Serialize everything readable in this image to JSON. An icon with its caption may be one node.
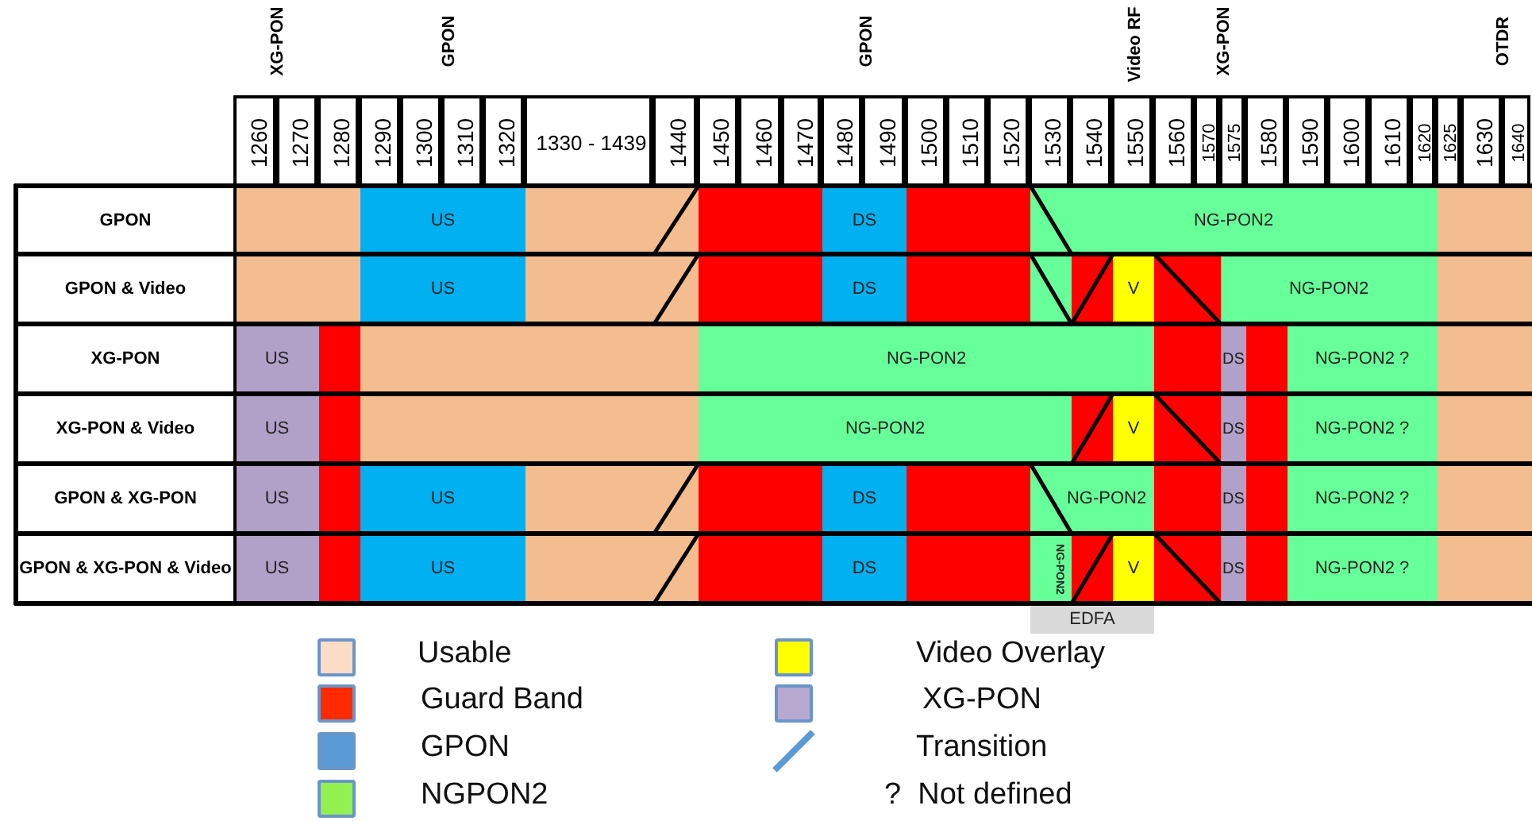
{
  "diagram": {
    "nodes": [
      {
        "text": [
          "US"
        ]
      },
      {
        "text": [
          "DS"
        ]
      },
      {
        "text": [
          "NG-PON2"
        ]
      },
      {
        "text": [
          "US"
        ]
      },
      {
        "text": [
          "DS"
        ]
      },
      {
        "text": [
          "V"
        ]
      },
      {
        "text": [
          "NG-PON2"
        ]
      },
      {
        "text": [
          "US"
        ]
      },
      {
        "text": [
          "NG-PON2"
        ]
      },
      {
        "text": [
          "DS"
        ]
      },
      {
        "text": [
          "NG-PON2 ?"
        ]
      },
      {
        "text": [
          "US"
        ]
      },
      {
        "text": [
          "NG-PON2"
        ]
      },
      {
        "text": [
          "V"
        ]
      },
      {
        "text": [
          "DS"
        ]
      },
      {
        "text": [
          "NG-PON2 ?"
        ]
      },
      {
        "text": [
          "US"
        ]
      },
      {
        "text": [
          "US"
        ]
      },
      {
        "text": [
          "DS"
        ]
      },
      {
        "text": [
          "NG-PON2"
        ]
      },
      {
        "text": [
          "DS"
        ]
      },
      {
        "text": [
          "NG-PON2 ?"
        ]
      },
      {
        "text": [
          "US"
        ]
      },
      {
        "text": [
          "US"
        ]
      },
      {
        "text": [
          "DS"
        ]
      },
      {
        "text": [
          "NG-PON2"
        ]
      },
      {
        "text": [
          "V"
        ]
      },
      {
        "text": [
          "DS"
        ]
      },
      {
        "text": [
          "NG-PON2 ?"
        ]
      },
      {
        "text": [
          "EDFA"
        ]
      }
    ],
    "labels": [
      "XG-PON",
      "GPON",
      "GPON",
      "Video RF",
      "XG-PON",
      "OTDR",
      "1260",
      "1270",
      "1280",
      "1290",
      "1300",
      "1310",
      "1320",
      "1330 - 1439",
      "1440",
      "1450",
      "1460",
      "1470",
      "1480",
      "1490",
      "1500",
      "1510",
      "1520",
      "1530",
      "1540",
      "1550",
      "1560",
      "1570",
      "1575",
      "1580",
      "1590",
      "1600",
      "1610",
      "1620",
      "1625",
      "1630",
      "1640",
      "GPON",
      "GPON & Video",
      "XG-PON",
      "XG-PON & Video",
      "GPON & XG-PON",
      "GPON & XG-PON & Video"
    ],
    "legend": [
      {
        "text": "Usable",
        "color": "#fcdcc4"
      },
      {
        "text": "Guard Band",
        "color": "#ff2a00"
      },
      {
        "text": "GPON",
        "color": "#5b9bd5"
      },
      {
        "text": "NGPON2",
        "color": "#92f050"
      },
      {
        "text": "Video Overlay",
        "color": "#ffff00"
      },
      {
        "text": "XG-PON",
        "color": "#b8a9d0"
      },
      {
        "text": "Transition"
      },
      {
        "text": "?  Not defined"
      }
    ]
  }
}
